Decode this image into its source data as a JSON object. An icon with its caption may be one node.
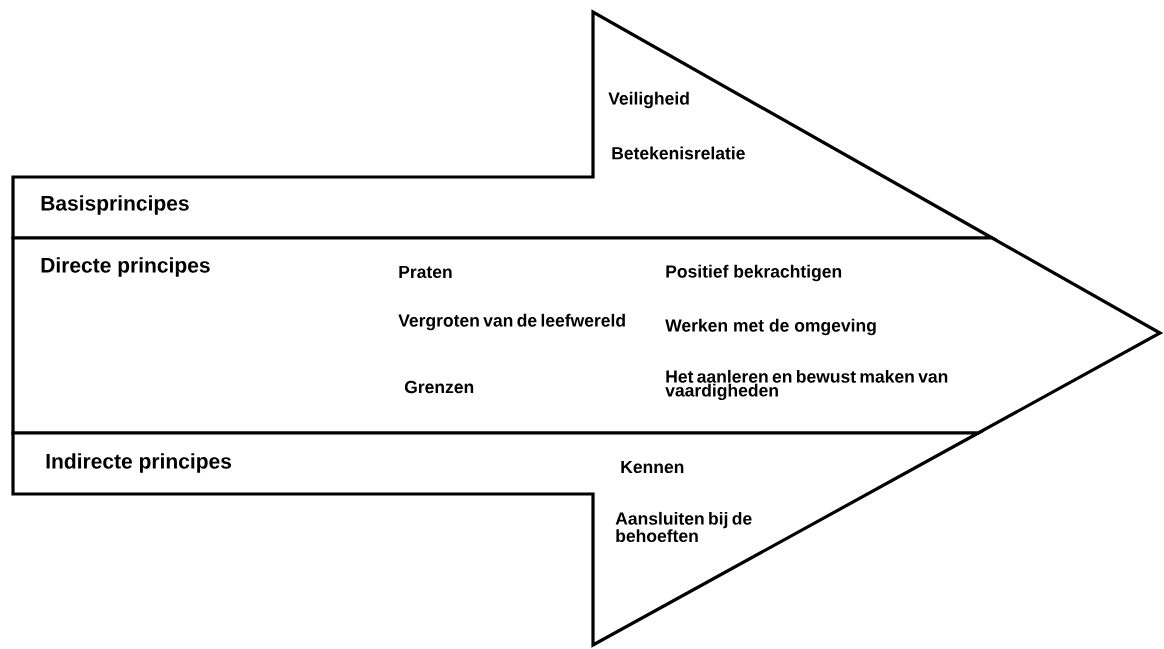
{
  "diagram": {
    "nodes": [
      {
        "text": [
          "Basisprincipes",
          "Veiligheid",
          "Betekenisrelatie"
        ]
      },
      {
        "text": [
          "Directe principes",
          "Praten",
          "Vergroten van de leefwereld",
          "Grenzen",
          "Positief bekrachtigen",
          "Werken met de omgeving",
          "Het aanleren en bewust maken van vaardigheden"
        ]
      },
      {
        "text": [
          "Indirecte principes",
          "Kennen",
          "Aansluiten bij de behoeften"
        ]
      }
    ]
  }
}
